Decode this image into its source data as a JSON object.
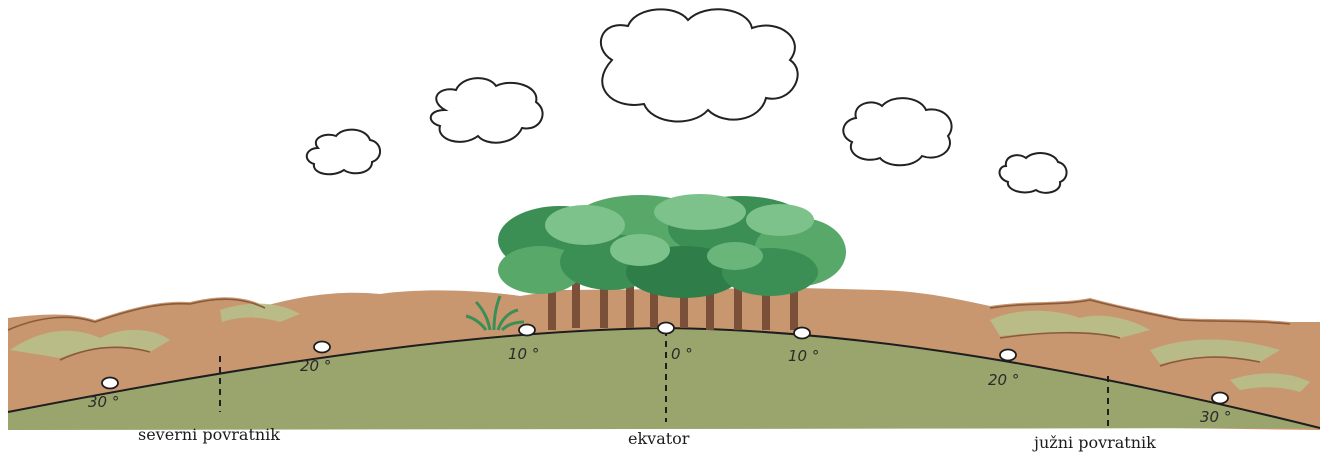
{
  "degree_labels": {
    "left_30": "30 °",
    "left_20": "20 °",
    "left_10": "10 °",
    "center_0": "0 °",
    "right_10": "10 °",
    "right_20": "20 °",
    "right_30": "30 °"
  },
  "line_labels": {
    "north": "severni povratnik",
    "equator": "ekvator",
    "south": "južni povratnik"
  },
  "colors": {
    "soil": "#c89770",
    "soil_dark": "#a87250",
    "grass": "#9aa56e",
    "grass_light": "#b7c08a",
    "tree_dark": "#3b8f55",
    "tree_mid": "#58a869",
    "tree_light": "#7cc28a",
    "trunk": "#7a5138"
  }
}
